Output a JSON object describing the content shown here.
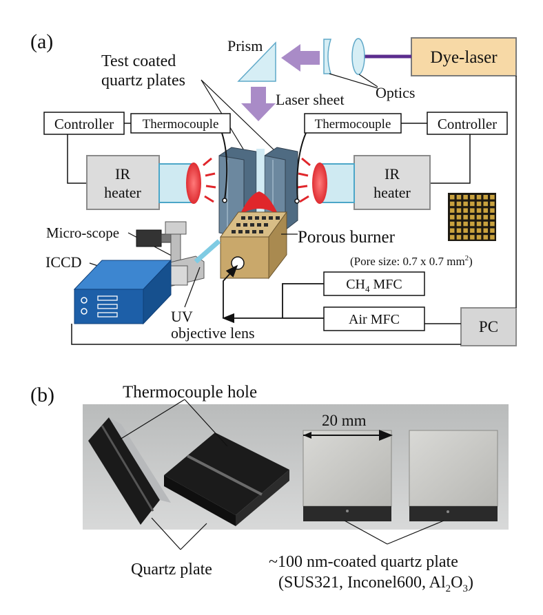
{
  "panel_a": {
    "label": "(a)",
    "prism": "Prism",
    "dye_laser": "Dye-laser",
    "optics": "Optics",
    "test_plates_line1": "Test coated",
    "test_plates_line2": "quartz plates",
    "laser_sheet": "Laser sheet",
    "controller_left": "Controller",
    "thermocouple_left": "Thermocouple",
    "thermocouple_right": "Thermocouple",
    "controller_right": "Controller",
    "ir_heater_left_1": "IR",
    "ir_heater_left_2": "heater",
    "ir_heater_right_1": "IR",
    "ir_heater_right_2": "heater",
    "micro_scope": "Micro-scope",
    "iccd": "ICCD",
    "porous_burner": "Porous burner",
    "pore_size": "(Pore size: 0.7 x 0.7 mm",
    "pore_size_sup": "2",
    "pore_size_end": ")",
    "ch4_mfc_a": "CH",
    "ch4_mfc_sub": "4",
    "ch4_mfc_b": " MFC",
    "air_mfc": "Air MFC",
    "uv_1": "UV",
    "uv_2": "objective lens",
    "pc": "PC"
  },
  "panel_b": {
    "label": "(b)",
    "thermocouple_hole": "Thermocouple hole",
    "dimension": "20 mm",
    "coated_plate_1": "~100 nm-coated quartz plate",
    "coated_plate_2a": "(SUS321, Inconel600, Al",
    "coated_plate_2_sub1": "2",
    "coated_plate_2b": "O",
    "coated_plate_2_sub2": "3",
    "coated_plate_2c": ")",
    "quartz_plate": "Quartz plate"
  },
  "colors": {
    "dye_laser_fill": "#f7d9a6",
    "laser_beam": "#5b2c8e",
    "arrow_purple": "#a98bc7",
    "heater_gray": "#dcdcdc",
    "heater_lens": "#cfeaf2",
    "red_glow": "#e0262b",
    "plate_blue": "#5f7c93",
    "burner_tan": "#c9a86b",
    "iccd_blue": "#1d5fa8",
    "pc_gray": "#d6d6d6",
    "photo_bg": "#c7c9c9"
  }
}
